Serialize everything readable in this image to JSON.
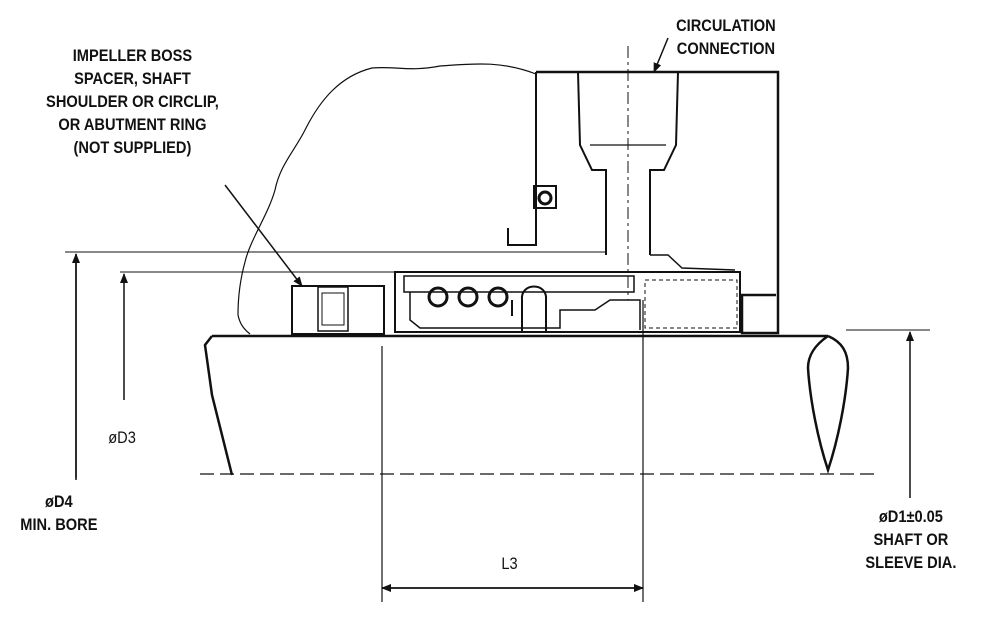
{
  "labels": {
    "circulation": [
      "CIRCULATION",
      "CONNECTION"
    ],
    "impeller": [
      "IMPELLER BOSS",
      "SPACER, SHAFT",
      "SHOULDER OR CIRCLIP,",
      "OR ABUTMENT RING",
      "(NOT SUPPLIED)"
    ],
    "d3": "øD3",
    "d4": [
      "øD4",
      "MIN. BORE"
    ],
    "l3": "L3",
    "d1": [
      "øD1±0.05",
      "SHAFT OR",
      "SLEEVE DIA."
    ]
  },
  "colors": {
    "ink": "#111111",
    "background": "#ffffff"
  }
}
